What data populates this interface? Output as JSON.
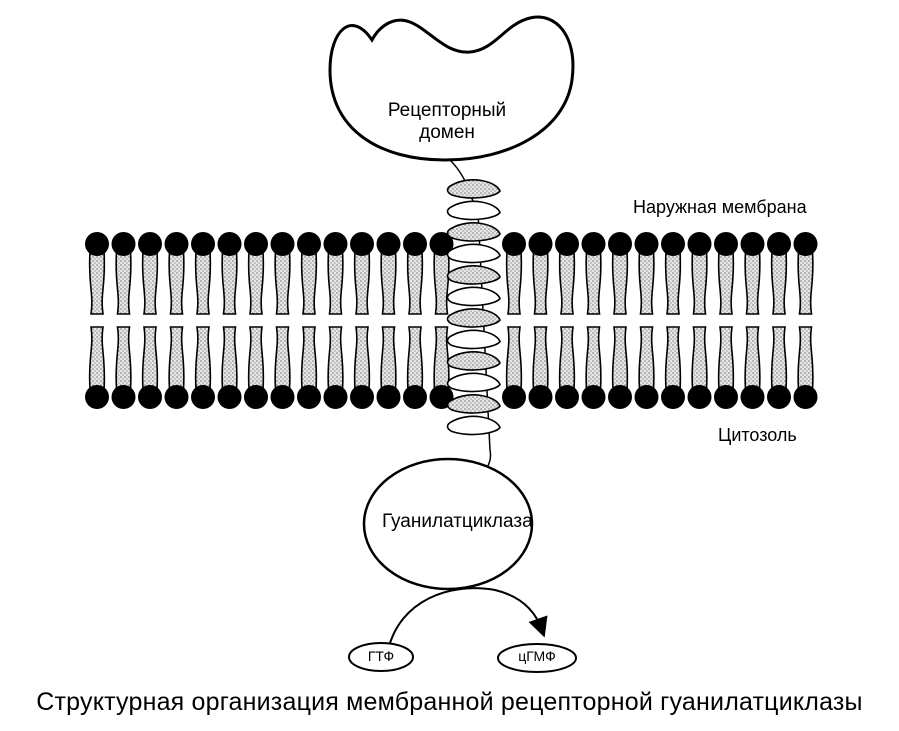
{
  "labels": {
    "receptor_domain_line1": "Рецепторный",
    "receptor_domain_line2": "домен",
    "outer_membrane": "Наружная мембрана",
    "cytosol": "Цитозоль",
    "guanylate_cyclase": "Гуанилатциклаза",
    "gtp": "ГТФ",
    "cgmp": "цГМФ"
  },
  "caption": "Структурная организация мембранной рецепторной гуанилатциклазы",
  "colors": {
    "ink": "#000000",
    "lipid_tail_fill": "#d9d9d9",
    "helix_fill": "#bdbdbd",
    "background": "#ffffff"
  }
}
